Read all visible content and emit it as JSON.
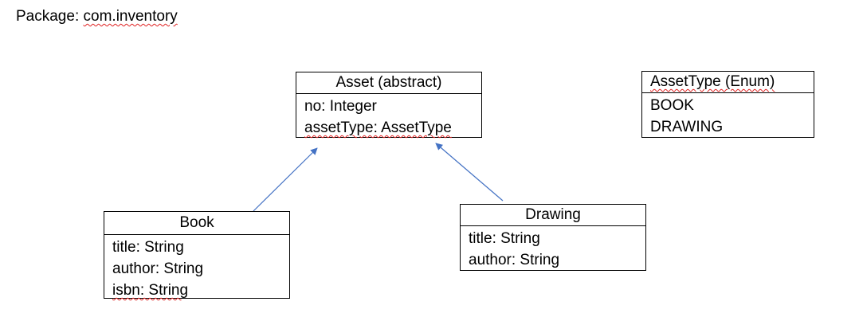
{
  "package": {
    "label": "Package:",
    "name": "com.inventory"
  },
  "classes": {
    "asset": {
      "name": "Asset (abstract)",
      "attributes": [
        "no: Integer",
        "assetType: AssetType"
      ]
    },
    "asset_type": {
      "name": "AssetType (Enum)",
      "values": [
        "BOOK",
        "DRAWING"
      ]
    },
    "book": {
      "name": "Book",
      "attributes": [
        "title: String",
        "author: String",
        "isbn: String"
      ]
    },
    "drawing": {
      "name": "Drawing",
      "attributes": [
        "title: String",
        "author: String"
      ]
    }
  },
  "colors": {
    "arrow": "#4472c4",
    "spellcheck": "#e02020"
  },
  "relations": [
    {
      "from": "Book",
      "to": "Asset (abstract)",
      "type": "generalization"
    },
    {
      "from": "Drawing",
      "to": "Asset (abstract)",
      "type": "generalization"
    }
  ]
}
